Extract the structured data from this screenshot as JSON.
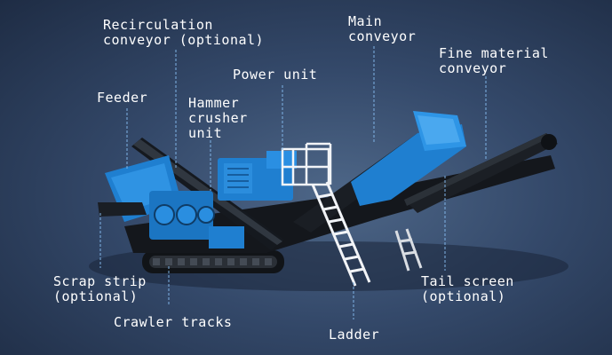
{
  "labels": {
    "recirculation": {
      "line1": "Recirculation",
      "line2": "conveyor (optional)"
    },
    "main_conveyor": {
      "line1": "Main",
      "line2": "conveyor"
    },
    "fine_material": {
      "line1": "Fine material",
      "line2": "conveyor"
    },
    "power_unit": {
      "line1": "Power unit"
    },
    "feeder": {
      "line1": "Feeder"
    },
    "hammer_crusher": {
      "line1": "Hammer",
      "line2": "crusher",
      "line3": "unit"
    },
    "scrap_strip": {
      "line1": "Scrap strip",
      "line2": "(optional)"
    },
    "crawler_tracks": {
      "line1": "Crawler tracks"
    },
    "ladder": {
      "line1": "Ladder"
    },
    "tail_screen": {
      "line1": "Tail screen",
      "line2": "(optional)"
    }
  },
  "colors": {
    "background": "#34496a",
    "machine_blue": "#1f7fd0",
    "machine_dark": "#15191f",
    "leader_line": "#7fb3e6"
  }
}
